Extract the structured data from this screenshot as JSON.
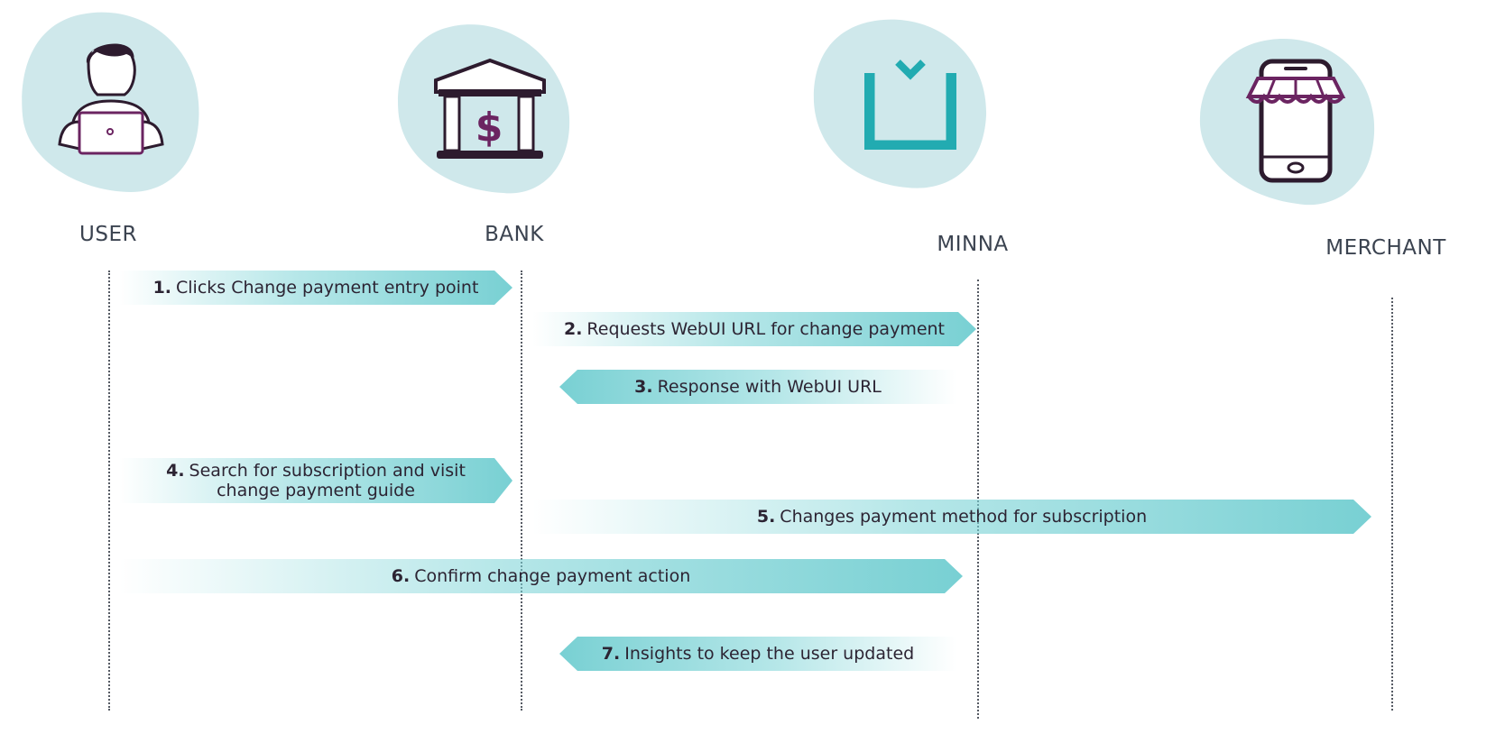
{
  "colors": {
    "blob": "#cfe8eb",
    "teal": "#22abb1",
    "ink": "#2d1b2e",
    "plum": "#6b2461",
    "arrow": "#78d0d3"
  },
  "actors": [
    {
      "label": "USER",
      "icon": "person-laptop-icon"
    },
    {
      "label": "BANK",
      "icon": "bank-building-icon"
    },
    {
      "label": "MINNA",
      "icon": "minna-logo-icon"
    },
    {
      "label": "MERCHANT",
      "icon": "store-phone-icon"
    }
  ],
  "steps": [
    {
      "num": "1.",
      "text": "Clicks Change payment entry point"
    },
    {
      "num": "2.",
      "text": "Requests WebUI URL for change payment"
    },
    {
      "num": "3.",
      "text": "Response with WebUI URL"
    },
    {
      "num": "4.",
      "text": "Search for subscription and visit change payment guide"
    },
    {
      "num": "5.",
      "text": "Changes payment method for subscription"
    },
    {
      "num": "6.",
      "text": "Confirm change payment action"
    },
    {
      "num": "7.",
      "text": "Insights to keep the user updated"
    }
  ]
}
